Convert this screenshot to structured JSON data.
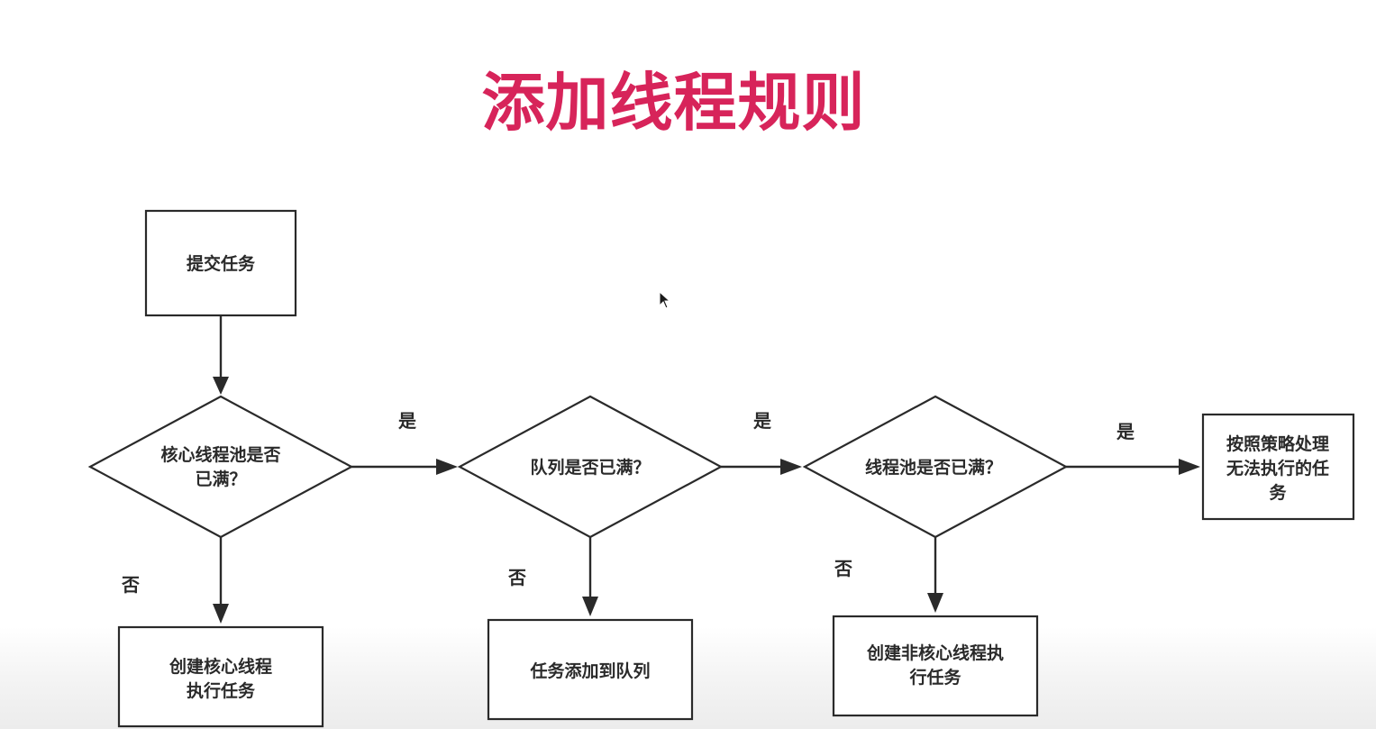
{
  "title": "添加线程规则",
  "nodes": {
    "submit": {
      "lines": [
        "提交任务"
      ]
    },
    "core_full": {
      "lines": [
        "核心线程池是否",
        "已满？"
      ]
    },
    "queue_full": {
      "lines": [
        "队列是否已满？"
      ]
    },
    "pool_full": {
      "lines": [
        "线程池是否已满？"
      ]
    },
    "reject": {
      "lines": [
        "按照策略处理",
        "无法执行的任",
        "务"
      ]
    },
    "create_core": {
      "lines": [
        "创建核心线程",
        "执行任务"
      ]
    },
    "add_queue": {
      "lines": [
        "任务添加到队列"
      ]
    },
    "create_noncore": {
      "lines": [
        "创建非核心线程执",
        "行任务"
      ]
    }
  },
  "edge_labels": {
    "yes_1": "是",
    "yes_2": "是",
    "yes_3": "是",
    "no_1": "否",
    "no_2": "否",
    "no_3": "否"
  },
  "colors": {
    "title": "#d7245a",
    "line": "#2a2a2a"
  }
}
